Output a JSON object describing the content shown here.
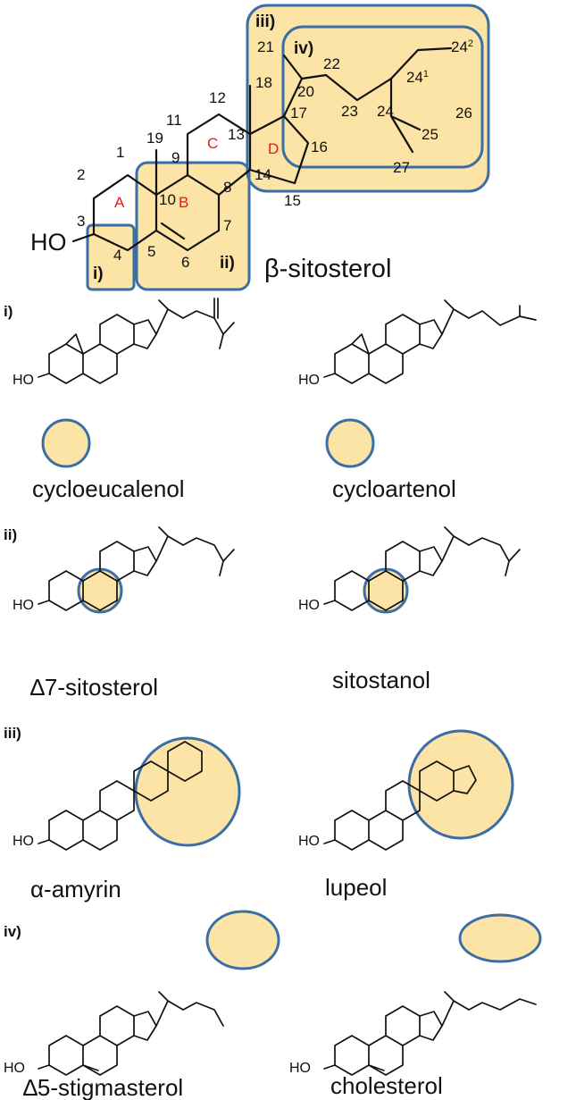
{
  "main": {
    "name": "β-sitosterol",
    "hydroxyl": "HO",
    "rings": [
      "A",
      "B",
      "C",
      "D"
    ],
    "carbons": [
      "1",
      "2",
      "3",
      "4",
      "5",
      "6",
      "7",
      "8",
      "9",
      "10",
      "11",
      "12",
      "13",
      "14",
      "15",
      "16",
      "17",
      "18",
      "19",
      "20",
      "21",
      "22",
      "23",
      "24",
      "25",
      "26",
      "27"
    ],
    "c24_1": "24",
    "c24_1_sup": "1",
    "c24_2": "24",
    "c24_2_sup": "2",
    "regions": [
      "i)",
      "ii)",
      "iii)",
      "iv)"
    ]
  },
  "sections": [
    {
      "label": "i)",
      "left": {
        "name": "cycloeucalenol",
        "ho": "HO"
      },
      "right": {
        "name": "cycloartenol",
        "ho": "HO"
      }
    },
    {
      "label": "ii)",
      "left": {
        "name": "∆7-sitosterol",
        "ho": "HO"
      },
      "right": {
        "name": "sitostanol",
        "ho": "HO"
      }
    },
    {
      "label": "iii)",
      "left": {
        "name": "α-amyrin",
        "ho": "HO"
      },
      "right": {
        "name": "lupeol",
        "ho": "HO"
      }
    },
    {
      "label": "iv)",
      "left": {
        "name": "∆5-stigmasterol",
        "ho": "HO"
      },
      "right": {
        "name": "cholesterol",
        "ho": "HO"
      }
    }
  ],
  "colors": {
    "highlight": "#fce4a6",
    "outline": "#3a6ea5",
    "ring_label": "#e31b1b"
  }
}
